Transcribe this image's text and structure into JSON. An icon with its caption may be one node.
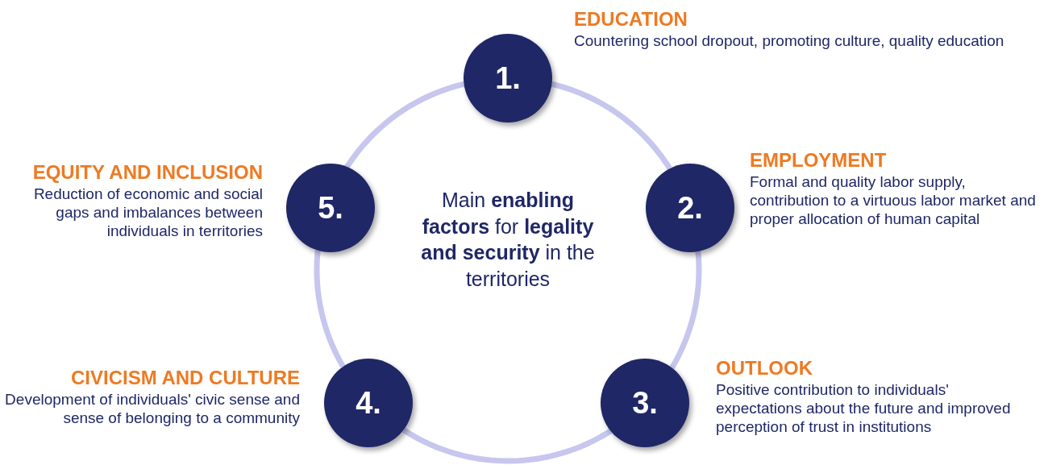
{
  "diagram": {
    "nodes": [
      {
        "text": [
          "1."
        ],
        "beside": [
          "EDUCATION",
          "Countering school dropout, promoting culture, quality education"
        ]
      },
      {
        "text": [
          "2."
        ],
        "beside": [
          "EMPLOYMENT",
          "Formal and quality labor supply, contribution to a virtuous labor market and proper allocation of human capital"
        ]
      },
      {
        "text": [
          "3."
        ],
        "beside": [
          "OUTLOOK",
          "Positive contribution to individuals' expectations about the future and improved perception of trust in institutions"
        ]
      },
      {
        "text": [
          "4."
        ],
        "beside": [
          "CIVICISM AND CULTURE",
          "Development of individuals' civic sense and sense of belonging to a community"
        ]
      },
      {
        "text": [
          "5."
        ],
        "beside": [
          "EQUITY AND INCLUSION",
          "Reduction of economic and social gaps and imbalances between individuals in territories"
        ]
      }
    ],
    "edges": [
      {
        "from": 0,
        "to": 1,
        "arrow": "none"
      },
      {
        "from": 1,
        "to": 2,
        "arrow": "none"
      },
      {
        "from": 2,
        "to": 3,
        "arrow": "none"
      },
      {
        "from": 3,
        "to": 4,
        "arrow": "none"
      },
      {
        "from": 4,
        "to": 0,
        "arrow": "none"
      }
    ],
    "labels": [
      "Main **enabling factors** for **legality and security** in the territories"
    ]
  }
}
